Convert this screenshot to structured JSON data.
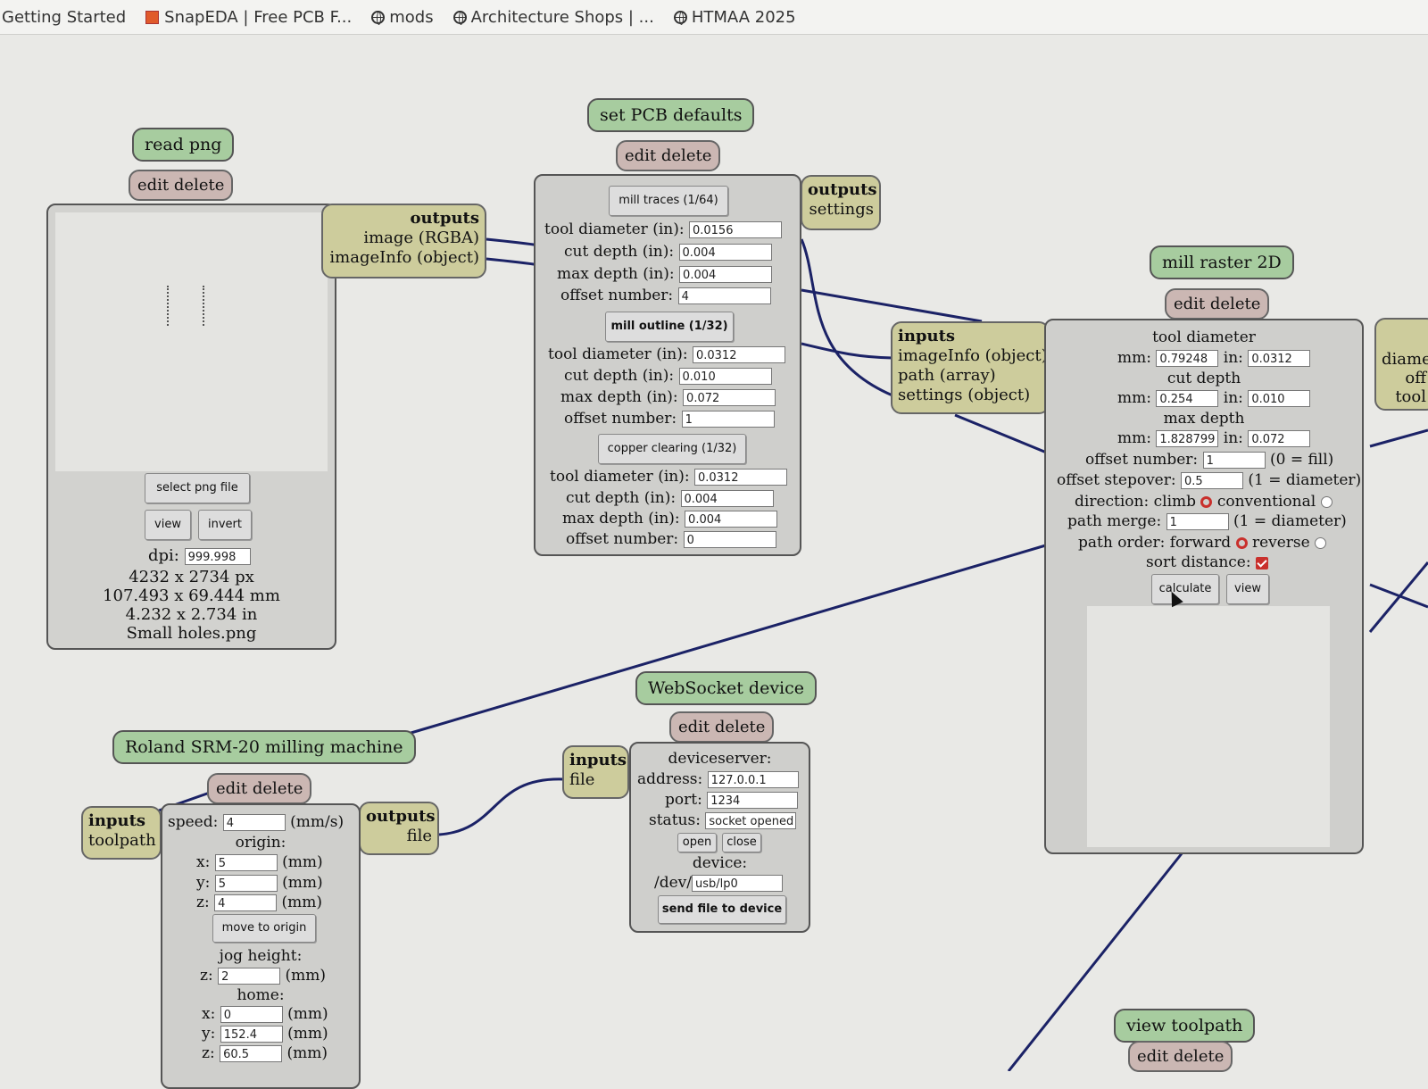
{
  "bookmarks": [
    {
      "label": "Getting Started",
      "icon": "none"
    },
    {
      "label": "SnapEDA | Free PCB F...",
      "icon": "snapeda-favicon"
    },
    {
      "label": "mods",
      "icon": "globe-icon"
    },
    {
      "label": "Architecture Shops | ...",
      "icon": "globe-icon"
    },
    {
      "label": "HTMAA 2025",
      "icon": "globe-icon"
    }
  ],
  "common": {
    "edit_delete": "edit delete",
    "outputs": "outputs",
    "inputs": "inputs",
    "view": "view"
  },
  "read_png": {
    "title": "read png",
    "outputs": [
      "image (RGBA)",
      "imageInfo (object)"
    ],
    "select": "select png file",
    "invert": "invert",
    "dpi_label": "dpi:",
    "dpi": "999.998",
    "info": [
      "4232 x 2734 px",
      "107.493 x 69.444 mm",
      "4.232 x 2.734 in",
      "Small holes.png"
    ]
  },
  "pcb_defaults": {
    "title": "set PCB defaults",
    "outputs": "settings",
    "mill_traces": "mill traces (1/64)",
    "mill_outline": "mill outline (1/32)",
    "copper_clearing": "copper clearing (1/32)",
    "labels": {
      "tool": "tool diameter (in):",
      "cut": "cut depth (in):",
      "max": "max depth (in):",
      "offset": "offset number:"
    },
    "traces": {
      "tool": "0.0156",
      "cut": "0.004",
      "max": "0.004",
      "offset": "4"
    },
    "outline": {
      "tool": "0.0312",
      "cut": "0.010",
      "max": "0.072",
      "offset": "1"
    },
    "clearing": {
      "tool": "0.0312",
      "cut": "0.004",
      "max": "0.004",
      "offset": "0"
    }
  },
  "mill_raster": {
    "title": "mill raster 2D",
    "inputs": [
      "imageInfo (object)",
      "path (array)",
      "settings (object)"
    ],
    "tool_diameter": "tool diameter",
    "cut_depth": "cut depth",
    "max_depth": "max depth",
    "mm": "mm:",
    "in": "in:",
    "tool_mm": "0.79248",
    "tool_in": "0.0312",
    "cut_mm": "0.254",
    "cut_in": "0.010",
    "max_mm": "1.828799",
    "max_in": "0.072",
    "offset_label": "offset number:",
    "offset": "1",
    "offset_note": "(0 = fill)",
    "stepover_label": "offset stepover:",
    "stepover": "0.5",
    "stepover_note": "(1 = diameter)",
    "direction_label": "direction: climb",
    "conventional": "conventional",
    "merge_label": "path merge:",
    "merge": "1",
    "merge_note": "(1 = diameter)",
    "order_label": "path order: forward",
    "reverse": "reverse",
    "sort_label": "sort distance:",
    "calculate": "calculate"
  },
  "side_cut": [
    "diame",
    "off",
    "tool"
  ],
  "roland": {
    "title": "Roland SRM-20 milling machine",
    "inputs": "toolpath",
    "outputs": "file",
    "speed_label": "speed:",
    "speed": "4",
    "speed_unit": "(mm/s)",
    "origin": "origin:",
    "x": "5",
    "y": "5",
    "z": "4",
    "mm": "(mm)",
    "move": "move to origin",
    "jog": "jog height:",
    "jog_z": "2",
    "home": "home:",
    "home_x": "0",
    "home_y": "152.4",
    "home_z": "60.5",
    "xl": "x:",
    "yl": "y:",
    "zl": "z:"
  },
  "websocket": {
    "title": "WebSocket device",
    "inputs": "file",
    "deviceserver": "deviceserver:",
    "address_label": "address:",
    "address": "127.0.0.1",
    "port_label": "port:",
    "port": "1234",
    "status_label": "status:",
    "status": "socket opened",
    "open": "open",
    "close": "close",
    "device": "device:",
    "dev_prefix": "/dev/",
    "dev": "usb/lp0",
    "send": "send file to device"
  },
  "view_toolpath": {
    "title": "view toolpath"
  },
  "colors": {
    "wire": "#1b2266",
    "module_title": "#a7cc9f",
    "edit": "#cbb7b3",
    "io": "#cdcc9c",
    "panel": "#cfcfcc",
    "radio": "#c9302c"
  }
}
